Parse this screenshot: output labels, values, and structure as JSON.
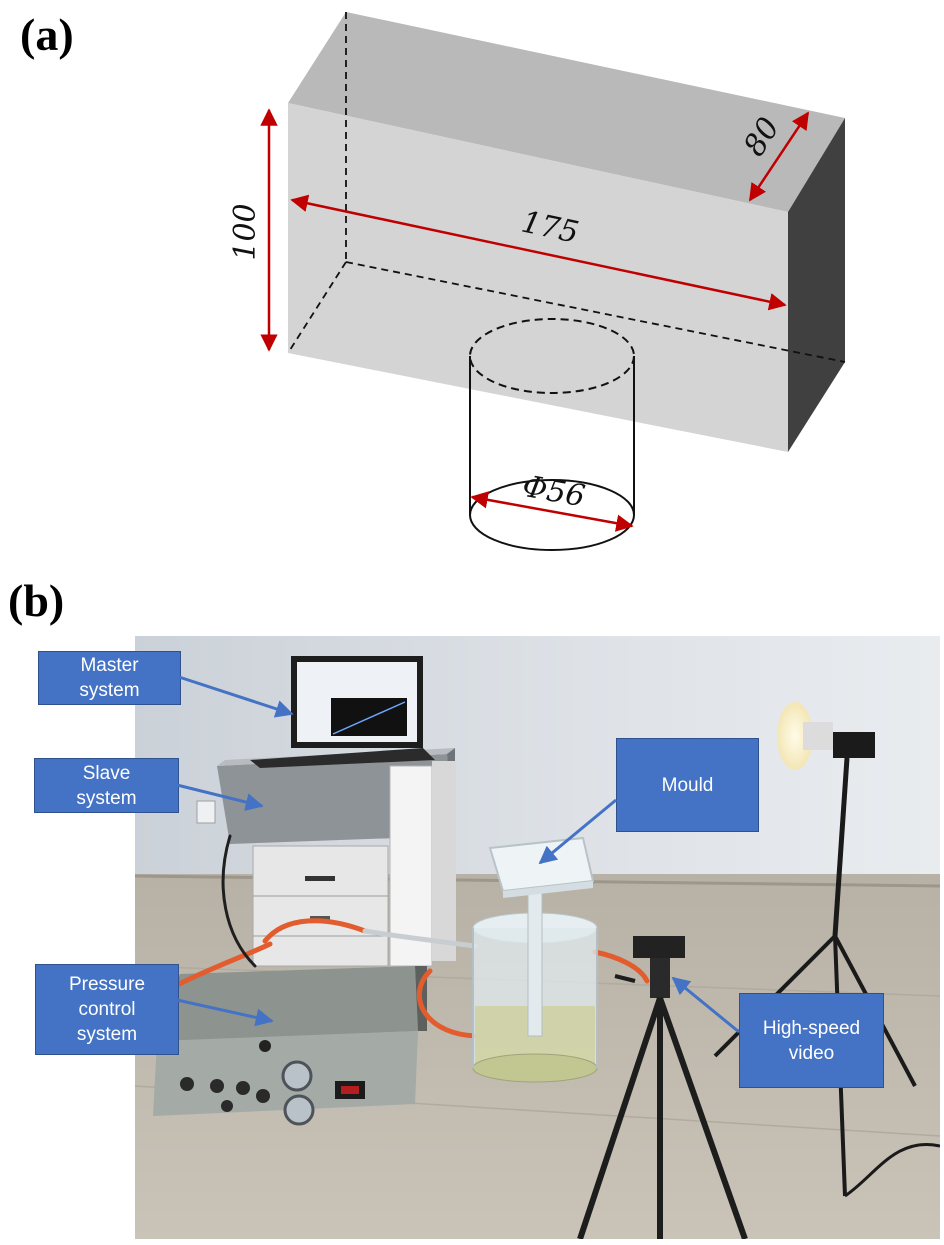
{
  "panel_a": {
    "label": "(a)",
    "dims": {
      "height": "100",
      "length": "175",
      "depth": "80",
      "diameter": "Φ56"
    }
  },
  "panel_b": {
    "label": "(b)",
    "callouts": {
      "master": "Master\nsystem",
      "slave": "Slave\nsystem",
      "pressure": "Pressure\ncontrol\nsystem",
      "mould": "Mould",
      "camera": "High-speed\nvideo"
    }
  },
  "colors": {
    "dimension_arrow": "#c00000",
    "callout_fill": "#4472c4",
    "box_front": "#d4d4d4",
    "box_top": "#b9b9b9",
    "box_side": "#404040"
  }
}
